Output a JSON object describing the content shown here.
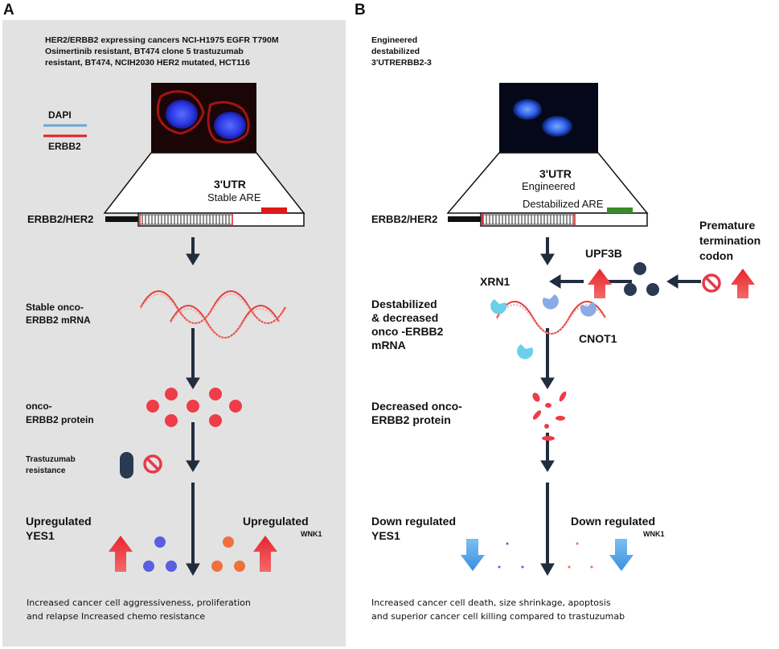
{
  "panel_a": {
    "letter": "A",
    "header_text": "HER2/ERBB2 expressing cancers NCI-H1975 EGFR T790M\nOsimertinib  resistant, BT474 clone 5 trastuzumab\nresistant, BT474, NCIH2030 HER2 mutated, HCT116",
    "legend_dapi": "DAPI",
    "legend_erbb2": "ERBB2",
    "utr_label": "3'UTR",
    "are_label": "Stable ARE",
    "gene_label": "ERBB2/HER2",
    "mrna_label": "Stable onco-\nERBB2 mRNA",
    "protein_label": "onco-\nERBB2 protein",
    "resistance_label": "Trastuzumab\nresistance",
    "yes1_label": "Upregulated\nYES1",
    "wnk1_main": "Upregulated",
    "wnk1_sub": "WNK1",
    "caption": "Increased cancer cell aggressiveness, proliferation\nand relapse Increased chemo resistance"
  },
  "panel_b": {
    "letter": "B",
    "header_text": "Engineered\ndestabilized\n3'UTRERBB2-3",
    "utr_label": "3'UTR",
    "engineered_label": "Engineered",
    "are_label": "Destabilized ARE",
    "gene_label": "ERBB2/HER2",
    "ptc_label": "Premature\ntermination\ncodon",
    "upf3b_label": "UPF3B",
    "xrn1_label": "XRN1",
    "cnot1_label": "CNOT1",
    "mrna_label": "Destabilized\n& decreased\nonco -ERBB2\nmRNA",
    "protein_label": "Decreased onco-\nERBB2 protein",
    "yes1_label": "Down regulated\nYES1",
    "wnk1_main": "Down regulated",
    "wnk1_sub": "WNK1",
    "caption": "Increased cancer cell death, size shrinkage, apoptosis\nand superior cancer cell killing compared to trastuzumab"
  },
  "colors": {
    "dapi": "#6aa5d8",
    "erbb2": "#e02020",
    "arrow_dark": "#1f2d3d",
    "up_arrow": "#ef4545",
    "down_arrow": "#4d9ee0",
    "protein_red": "#ee3c48",
    "yes1_dots": "#5a5ee0",
    "wnk1_dots": "#f07040",
    "stable_are": "#e01818",
    "destab_are": "#3a8a2a",
    "panel_a_bg": "#e2e2e2"
  }
}
